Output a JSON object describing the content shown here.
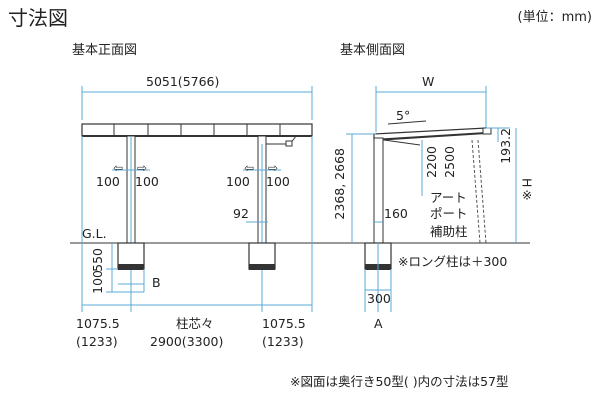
{
  "header": {
    "title": "寸法図",
    "unit": "(単位：mm)"
  },
  "front": {
    "heading": "基本正面図",
    "total_width": "5051(5766)",
    "offset_left_a": "100",
    "offset_right_a": "100",
    "offset_left_b": "100",
    "offset_right_b": "100",
    "post_92": "92",
    "gl": "G.L.",
    "depth_100": "100",
    "depth_550": "550",
    "b_label": "B",
    "left_edge": "1075.5",
    "left_edge_alt": "(1233)",
    "center_label": "柱芯々",
    "center_value": "2900(3300)",
    "right_edge": "1075.5",
    "right_edge_alt": "(1233)"
  },
  "side": {
    "heading": "基本側面図",
    "w_label": "W",
    "angle": "5°",
    "h_2200": "2200",
    "h_2500": "2500",
    "h_193": "193.2",
    "h_mark": "H※",
    "h_2368": "2368, 2668",
    "arm_label_1": "アート",
    "arm_label_2": "ポート",
    "arm_label_3": "補助柱",
    "w160": "160",
    "long_post_note": "※ロング柱は＋300",
    "w300": "300",
    "a_label": "A"
  },
  "footer": {
    "note": "※図面は奥行き50型( )内の寸法は57型"
  }
}
